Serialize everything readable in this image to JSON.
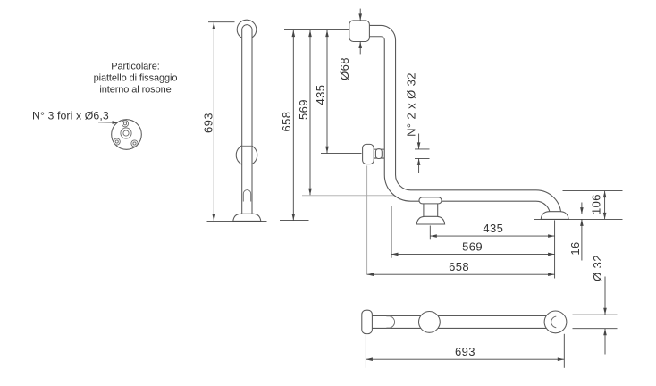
{
  "notes": {
    "detail_caption_1": "Particolare:",
    "detail_caption_2": "piattello di fissaggio",
    "detail_caption_3": "interno al rosone",
    "holes_note": "N° 3 fori x Ø6,3"
  },
  "front_view": {
    "overall_height": "693"
  },
  "side_view": {
    "height_overall": "658",
    "height_to_tube_axis": "569",
    "height_to_mid_fixing": "435",
    "rosette_diameter": "Ø68",
    "fixing_tubes_note": "N° 2 x Ø 32",
    "length_to_mid_support": "435",
    "length_to_tube_axis": "569",
    "length_overall": "658",
    "end_riser_height": "106",
    "base_flange_height": "16",
    "tube_diameter": "Ø 32"
  },
  "plan_view": {
    "overall_length": "693"
  },
  "colors": {
    "object_line": "#5a5a5a",
    "dimension_line": "#454545",
    "auxiliary_line": "#a9a9a9",
    "text": "#333333",
    "background": "#ffffff"
  }
}
